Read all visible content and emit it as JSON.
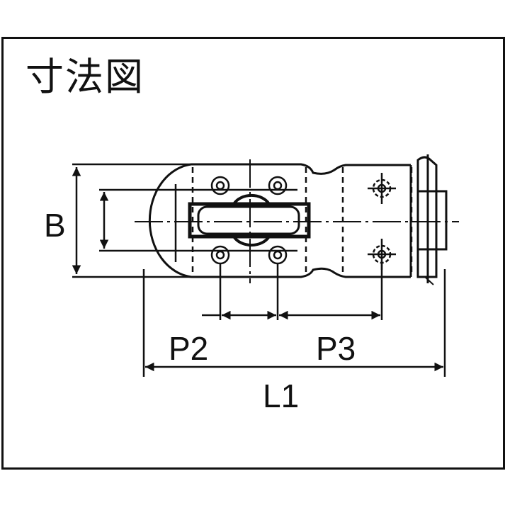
{
  "title": "寸法図",
  "dimensions": {
    "B": "B",
    "P2": "P2",
    "P3": "P3",
    "L1": "L1"
  },
  "colors": {
    "line": "#111111",
    "background": "#ffffff"
  }
}
